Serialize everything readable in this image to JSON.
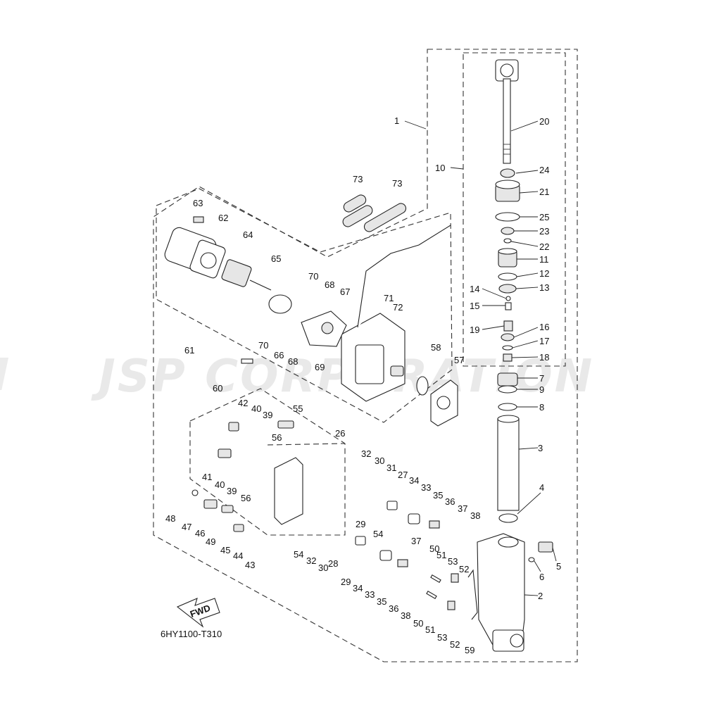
{
  "diagram_code": "6HY1100-T310",
  "watermark": "JSP CORPORATION",
  "fwd_label": "FWD",
  "callouts": [
    {
      "id": "c1",
      "text": "1"
    },
    {
      "id": "c2",
      "text": "2"
    },
    {
      "id": "c3",
      "text": "3"
    },
    {
      "id": "c4",
      "text": "4"
    },
    {
      "id": "c5",
      "text": "5"
    },
    {
      "id": "c6",
      "text": "6"
    },
    {
      "id": "c7",
      "text": "7"
    },
    {
      "id": "c8",
      "text": "8"
    },
    {
      "id": "c9",
      "text": "9"
    },
    {
      "id": "c10",
      "text": "10"
    },
    {
      "id": "c11",
      "text": "11"
    },
    {
      "id": "c12",
      "text": "12"
    },
    {
      "id": "c13",
      "text": "13"
    },
    {
      "id": "c14",
      "text": "14"
    },
    {
      "id": "c15",
      "text": "15"
    },
    {
      "id": "c16",
      "text": "16"
    },
    {
      "id": "c17",
      "text": "17"
    },
    {
      "id": "c18",
      "text": "18"
    },
    {
      "id": "c19",
      "text": "19"
    },
    {
      "id": "c20",
      "text": "20"
    },
    {
      "id": "c21",
      "text": "21"
    },
    {
      "id": "c22",
      "text": "22"
    },
    {
      "id": "c23",
      "text": "23"
    },
    {
      "id": "c24",
      "text": "24"
    },
    {
      "id": "c25",
      "text": "25"
    },
    {
      "id": "c26",
      "text": "26"
    },
    {
      "id": "c27",
      "text": "27"
    },
    {
      "id": "c28",
      "text": "28"
    },
    {
      "id": "c29a",
      "text": "29"
    },
    {
      "id": "c29b",
      "text": "29"
    },
    {
      "id": "c30a",
      "text": "30"
    },
    {
      "id": "c30b",
      "text": "30"
    },
    {
      "id": "c31",
      "text": "31"
    },
    {
      "id": "c32a",
      "text": "32"
    },
    {
      "id": "c32b",
      "text": "32"
    },
    {
      "id": "c33a",
      "text": "33"
    },
    {
      "id": "c33b",
      "text": "33"
    },
    {
      "id": "c34a",
      "text": "34"
    },
    {
      "id": "c34b",
      "text": "34"
    },
    {
      "id": "c35a",
      "text": "35"
    },
    {
      "id": "c35b",
      "text": "35"
    },
    {
      "id": "c36a",
      "text": "36"
    },
    {
      "id": "c36b",
      "text": "36"
    },
    {
      "id": "c37a",
      "text": "37"
    },
    {
      "id": "c37b",
      "text": "37"
    },
    {
      "id": "c38a",
      "text": "38"
    },
    {
      "id": "c38b",
      "text": "38"
    },
    {
      "id": "c39a",
      "text": "39"
    },
    {
      "id": "c39b",
      "text": "39"
    },
    {
      "id": "c40a",
      "text": "40"
    },
    {
      "id": "c40b",
      "text": "40"
    },
    {
      "id": "c41",
      "text": "41"
    },
    {
      "id": "c42",
      "text": "42"
    },
    {
      "id": "c43",
      "text": "43"
    },
    {
      "id": "c44",
      "text": "44"
    },
    {
      "id": "c45",
      "text": "45"
    },
    {
      "id": "c46",
      "text": "46"
    },
    {
      "id": "c47",
      "text": "47"
    },
    {
      "id": "c48",
      "text": "48"
    },
    {
      "id": "c49",
      "text": "49"
    },
    {
      "id": "c50a",
      "text": "50"
    },
    {
      "id": "c50b",
      "text": "50"
    },
    {
      "id": "c51a",
      "text": "51"
    },
    {
      "id": "c51b",
      "text": "51"
    },
    {
      "id": "c52a",
      "text": "52"
    },
    {
      "id": "c52b",
      "text": "52"
    },
    {
      "id": "c53a",
      "text": "53"
    },
    {
      "id": "c53b",
      "text": "53"
    },
    {
      "id": "c54a",
      "text": "54"
    },
    {
      "id": "c54b",
      "text": "54"
    },
    {
      "id": "c55",
      "text": "55"
    },
    {
      "id": "c56a",
      "text": "56"
    },
    {
      "id": "c56b",
      "text": "56"
    },
    {
      "id": "c57",
      "text": "57"
    },
    {
      "id": "c58",
      "text": "58"
    },
    {
      "id": "c59",
      "text": "59"
    },
    {
      "id": "c60",
      "text": "60"
    },
    {
      "id": "c61",
      "text": "61"
    },
    {
      "id": "c62",
      "text": "62"
    },
    {
      "id": "c63",
      "text": "63"
    },
    {
      "id": "c64",
      "text": "64"
    },
    {
      "id": "c65",
      "text": "65"
    },
    {
      "id": "c66",
      "text": "66"
    },
    {
      "id": "c67",
      "text": "67"
    },
    {
      "id": "c68a",
      "text": "68"
    },
    {
      "id": "c68b",
      "text": "68"
    },
    {
      "id": "c69",
      "text": "69"
    },
    {
      "id": "c70a",
      "text": "70"
    },
    {
      "id": "c70b",
      "text": "70"
    },
    {
      "id": "c71",
      "text": "71"
    },
    {
      "id": "c72",
      "text": "72"
    },
    {
      "id": "c73a",
      "text": "73"
    },
    {
      "id": "c73b",
      "text": "73"
    }
  ]
}
